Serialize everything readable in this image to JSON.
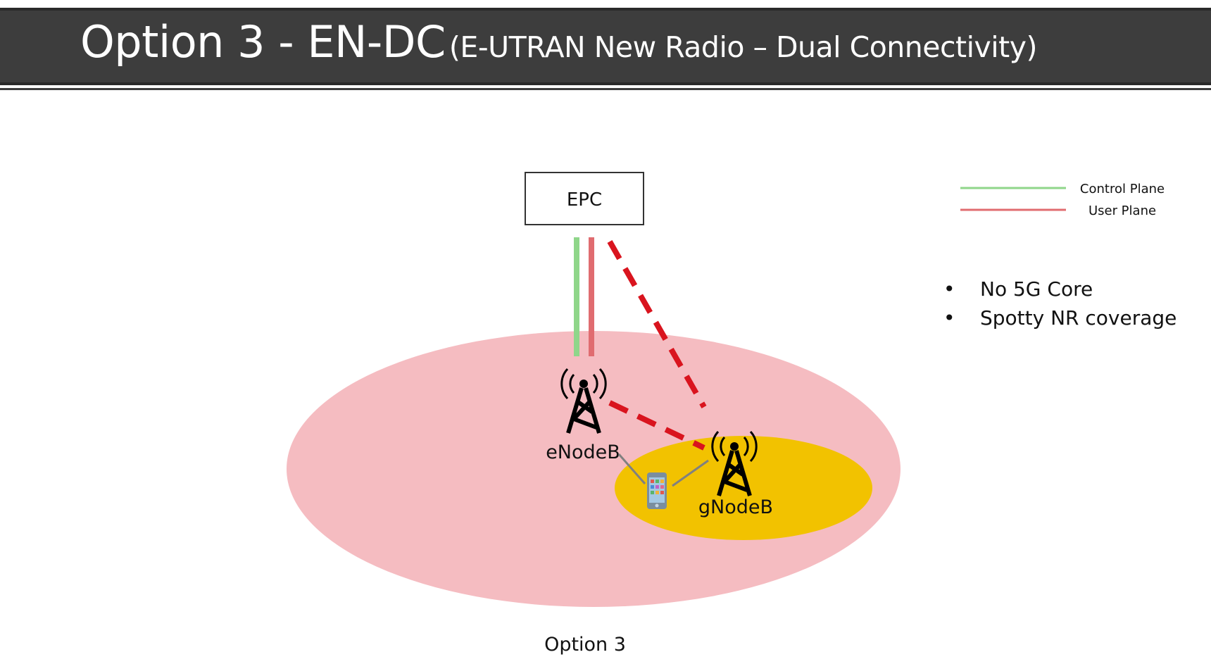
{
  "header": {
    "title_main": "Option 3 - EN-DC",
    "title_sub": "(E-UTRAN New Radio – Dual Connectivity)"
  },
  "diagram": {
    "core_node": "EPC",
    "lte_node": "eNodeB",
    "nr_node": "gNodeB",
    "caption": "Option 3"
  },
  "legend": {
    "items": [
      {
        "label": "Control Plane",
        "color": "#8fd68a",
        "style": "solid"
      },
      {
        "label": "User Plane",
        "color": "#e06c70",
        "style": "solid"
      }
    ]
  },
  "notes": {
    "bullets": [
      "No 5G Core",
      "Spotty NR coverage"
    ]
  },
  "colors": {
    "title_bar": "#3d3d3d",
    "lte_coverage": "#f5bcc1",
    "nr_coverage": "#f2c200",
    "user_plane_dashed": "#d9141e"
  }
}
